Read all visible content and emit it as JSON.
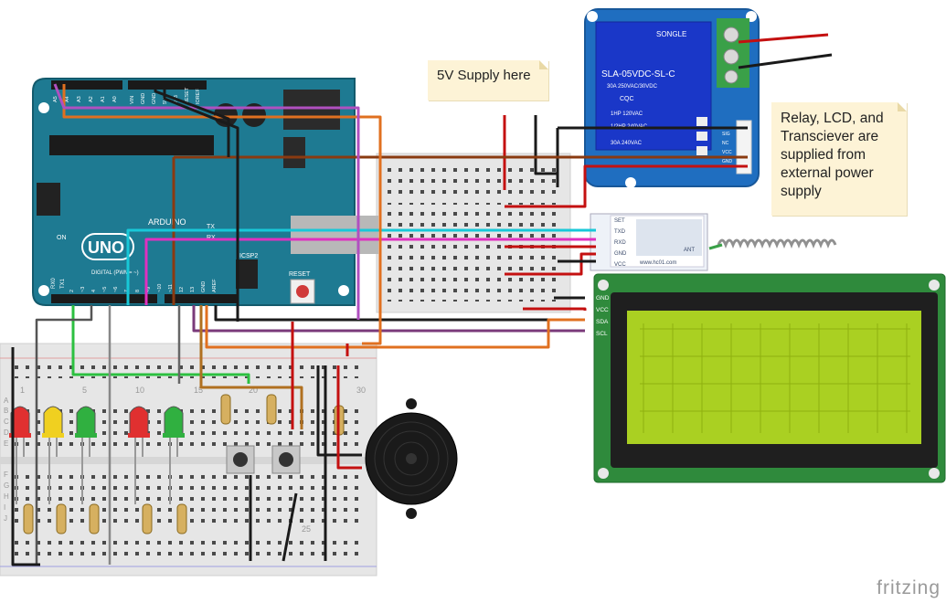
{
  "notes": {
    "supply": "5V Supply here",
    "external": "Relay, LCD, and Transciever are supplied from external power supply"
  },
  "relay": {
    "brand": "SONGLE",
    "model": "SLA-05VDC-SL-C",
    "rating": "30A 250VAC/30VDC",
    "cert": "CQC",
    "hp1": "1HP 120VAC",
    "hp2": "1/2HP 240VAC",
    "amp": "30A 240VAC",
    "pins": [
      "SIG",
      "NC",
      "VCC",
      "GND"
    ]
  },
  "transceiver": {
    "pins": [
      "SET",
      "TXD",
      "RXD",
      "GND",
      "VCC"
    ],
    "url": "www.hc01.com",
    "ant": "ANT"
  },
  "lcd": {
    "pins": [
      "GND",
      "VCC",
      "SDA",
      "SCL"
    ]
  },
  "arduino": {
    "board": "UNO",
    "brand": "ARDUINO",
    "on": "ON",
    "icsp": "ICSP",
    "icsp2": "ICSP2",
    "reset": "RESET",
    "tx": "TX",
    "rx": "RX",
    "digital": "DIGITAL (PWM= ~)",
    "rx0": "RX0",
    "tx1": "TX1",
    "analog_pins": [
      "A5",
      "A4",
      "A3",
      "A2",
      "A1",
      "A0"
    ],
    "power_pins": [
      "VIN",
      "GND",
      "GND",
      "5V",
      "3V3",
      "RESET",
      "IOREF"
    ],
    "digital_pins": [
      "2",
      "~3",
      "4",
      "~5",
      "~6",
      "7",
      "8",
      "~9",
      "~10",
      "~11",
      "12",
      "13",
      "GND",
      "AREF"
    ]
  },
  "breadboard": {
    "col_numbers": [
      "1",
      "5",
      "10",
      "15",
      "20",
      "25",
      "30"
    ],
    "row_letters": [
      "A",
      "B",
      "C",
      "D",
      "E",
      "F",
      "G",
      "H",
      "I",
      "J"
    ]
  },
  "leds": [
    {
      "color": "#e03030"
    },
    {
      "color": "#f0d020"
    },
    {
      "color": "#30b040"
    },
    {
      "color": "#e03030"
    },
    {
      "color": "#30b040"
    }
  ],
  "logo": "fritzing"
}
